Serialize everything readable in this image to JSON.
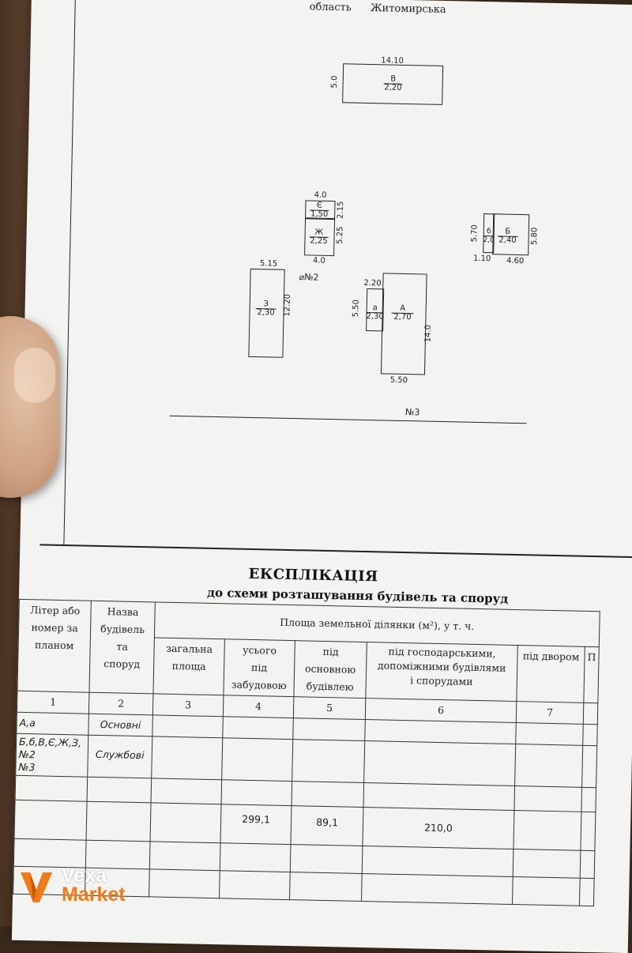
{
  "header": {
    "region_label": "область",
    "region_value": "Житомирська"
  },
  "plan": {
    "building_v": {
      "width": "14.10",
      "height": "5.0",
      "letter": "В",
      "h": "2,20"
    },
    "building_ye": {
      "top_width": "4.0",
      "letter": "Є",
      "h": "1,50",
      "side": "2.15"
    },
    "building_zh": {
      "letter": "Ж",
      "h": "2,25",
      "side": "5.25",
      "bottom_width": "4.0"
    },
    "building_b": {
      "small_letter": "б",
      "small_h": "2,0",
      "letter": "Б",
      "h": "2,40",
      "left_side": "5.70",
      "right_side": "5.80",
      "w1": "1.10",
      "w2": "4.60"
    },
    "building_z": {
      "width": "5.15",
      "letter": "З",
      "h": "2,30",
      "side": "12.20"
    },
    "well": {
      "symbol": "⌀",
      "label": "№2"
    },
    "building_a": {
      "small_width": "2.20",
      "small_letter": "а",
      "small_h": "2,30",
      "small_side": "5.50",
      "letter": "А",
      "h": "2,70",
      "side": "14.0",
      "bottom_width": "5.50"
    },
    "street": {
      "label": "№3"
    }
  },
  "explication": {
    "title": "ЕКСПЛІКАЦІЯ",
    "subtitle": "до схеми розташування будівель та споруд",
    "col1": [
      "Літер або",
      "номер за",
      "планом"
    ],
    "col2": [
      "Назва",
      "будівель та",
      "споруд"
    ],
    "area_header": "Площа земельної ділянки (м²), у т. ч.",
    "col3": [
      "загальна",
      "площа"
    ],
    "col4": [
      "усього",
      "під",
      "забудовою"
    ],
    "col5": [
      "під",
      "основною",
      "будівлею"
    ],
    "col6": [
      "під господарськими,",
      "допоміжними будівлями",
      "і спорудами"
    ],
    "col7": "під двором",
    "col8_partial": "П",
    "nums": [
      "1",
      "2",
      "3",
      "4",
      "5",
      "6",
      "7"
    ],
    "rows": [
      {
        "liter": "А,а",
        "name": "Основні"
      },
      {
        "liter": "Б,б,В,Є,Ж,З,№2\n№3",
        "name": "Службові"
      }
    ],
    "totals": {
      "built": "299,1",
      "main": "89,1",
      "aux": "210,0"
    }
  },
  "watermark": {
    "line1": "Vexa",
    "line2": "Market",
    "color_v": "#f07a1a"
  }
}
